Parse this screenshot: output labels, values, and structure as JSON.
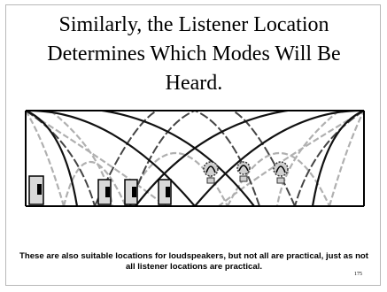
{
  "slide": {
    "title": "Similarly, the Listener Location Determines Which Modes Will Be Heard.",
    "caption": "These are also suitable locations for loudspeakers, but not all are practical, just as not all listener locations are practical.",
    "page_number": "175"
  },
  "diagram": {
    "loudspeaker_count": 4,
    "listener_count": 3,
    "colors": {
      "mode_dark": "#111111",
      "mode_light": "#b0b0b0",
      "room_outline": "#000000",
      "speaker_fill": "#d8d8d8"
    }
  }
}
